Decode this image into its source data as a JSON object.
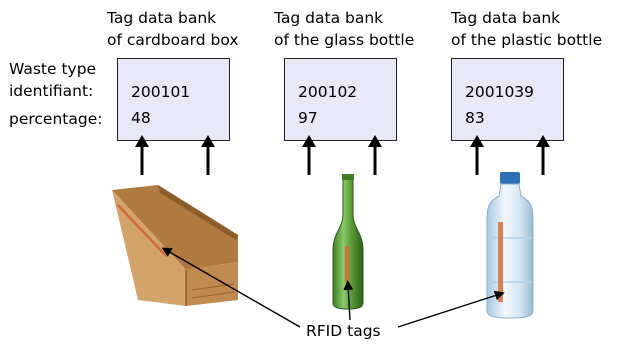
{
  "side_labels": {
    "waste_type": [
      "Waste type",
      "identifiant:"
    ],
    "percentage": "percentage:"
  },
  "banks": [
    {
      "caption": [
        "Tag data bank",
        "of cardboard box"
      ],
      "id": "200101",
      "percentage": "48"
    },
    {
      "caption": [
        "Tag data bank",
        "of the glass bottle"
      ],
      "id": "200102",
      "percentage": "97"
    },
    {
      "caption": [
        "Tag data bank",
        "of the plastic bottle"
      ],
      "id": "2001039",
      "percentage": "83"
    }
  ],
  "rfid_label": "RFID tags",
  "colors": {
    "bank_fill": "#e8e8f6",
    "glass": "#5e9d3a",
    "cardboard": "#c99457",
    "plastic": "#cfe4f2",
    "cap": "#2e70b8",
    "tag": "#d2703a"
  }
}
